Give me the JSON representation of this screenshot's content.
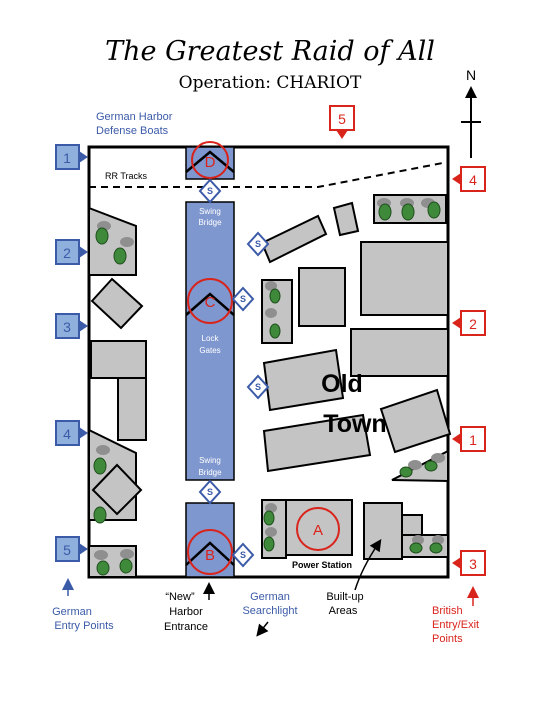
{
  "title": "The Greatest Raid of All",
  "subtitle": "Operation: CHARIOT",
  "compass": {
    "label": "N"
  },
  "colors": {
    "german": "#3b5aa8",
    "british": "#d9241c",
    "building": "#c4c4c4",
    "dock": "#7f97cf",
    "tree": "#3f8a3a"
  },
  "labels": {
    "rr_tracks": "RR Tracks",
    "swing_bridge_top_1": "Swing",
    "swing_bridge_top_2": "Bridge",
    "lock_gates_1": "Lock",
    "lock_gates_2": "Gates",
    "swing_bridge_bottom_1": "Swing",
    "swing_bridge_bottom_2": "Bridge",
    "old_town_1": "Old",
    "old_town_2": "Town",
    "power_station": "Power Station",
    "harbor_boats_1": "German Harbor",
    "harbor_boats_2": "Defense Boats",
    "german_entry_1": "German",
    "german_entry_2": "Entry Points",
    "new_harbor_1": "“New”",
    "new_harbor_2": "Harbor",
    "new_harbor_3": "Entrance",
    "searchlight_1": "German",
    "searchlight_2": "Searchlight",
    "built_up_1": "Built-up",
    "built_up_2": "Areas",
    "british_entry_1": "British",
    "british_entry_2": "Entry/Exit",
    "british_entry_3": "Points"
  },
  "targets": {
    "d": "D",
    "c": "C",
    "b": "B",
    "a": "A"
  },
  "searchlight_symbol": "S",
  "german_markers": [
    "1",
    "2",
    "3",
    "4",
    "5"
  ],
  "british_markers": [
    "5",
    "4",
    "2",
    "1",
    "3"
  ]
}
